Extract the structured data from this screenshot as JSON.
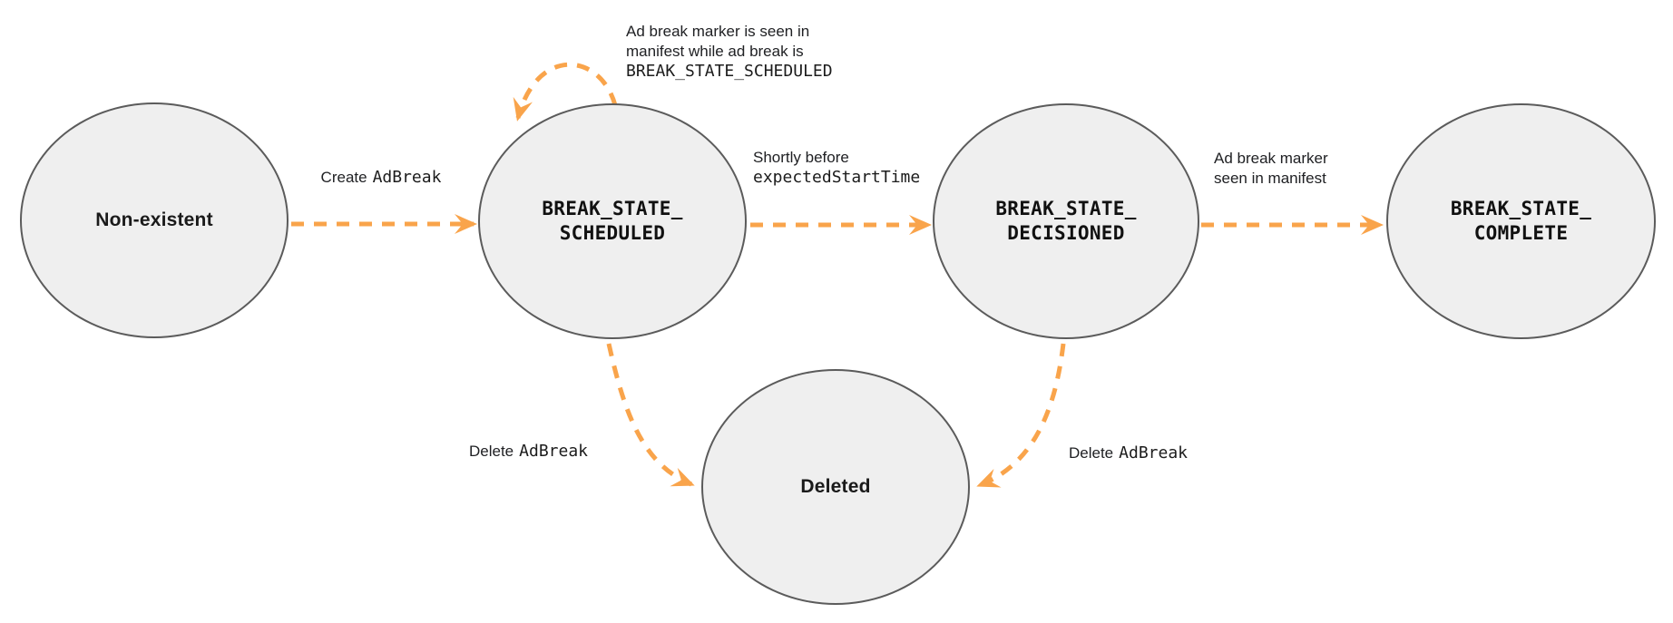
{
  "colors": {
    "arrow": "#F9A44B",
    "node_fill": "#EFEFEF",
    "node_border": "#5B5B5B",
    "text": "#202124"
  },
  "nodes": {
    "non_existent": {
      "label": "Non-existent"
    },
    "scheduled": {
      "line1": "BREAK_STATE_",
      "line2": "SCHEDULED"
    },
    "decisioned": {
      "line1": "BREAK_STATE_",
      "line2": "DECISIONED"
    },
    "complete": {
      "line1": "BREAK_STATE_",
      "line2": "COMPLETE"
    },
    "deleted": {
      "label": "Deleted"
    }
  },
  "edges": {
    "create": {
      "plain": "Create",
      "code": "AdBreak"
    },
    "self_loop": {
      "line1": "Ad break marker is seen in",
      "line2": "manifest while ad break is",
      "line3_code": "BREAK_STATE_SCHEDULED"
    },
    "decision": {
      "line1": "Shortly before",
      "line2_code": "expectedStartTime"
    },
    "complete": {
      "line1": "Ad break marker",
      "line2": "seen in manifest"
    },
    "delete_left": {
      "plain": "Delete",
      "code": "AdBreak"
    },
    "delete_right": {
      "plain": "Delete",
      "code": "AdBreak"
    }
  }
}
